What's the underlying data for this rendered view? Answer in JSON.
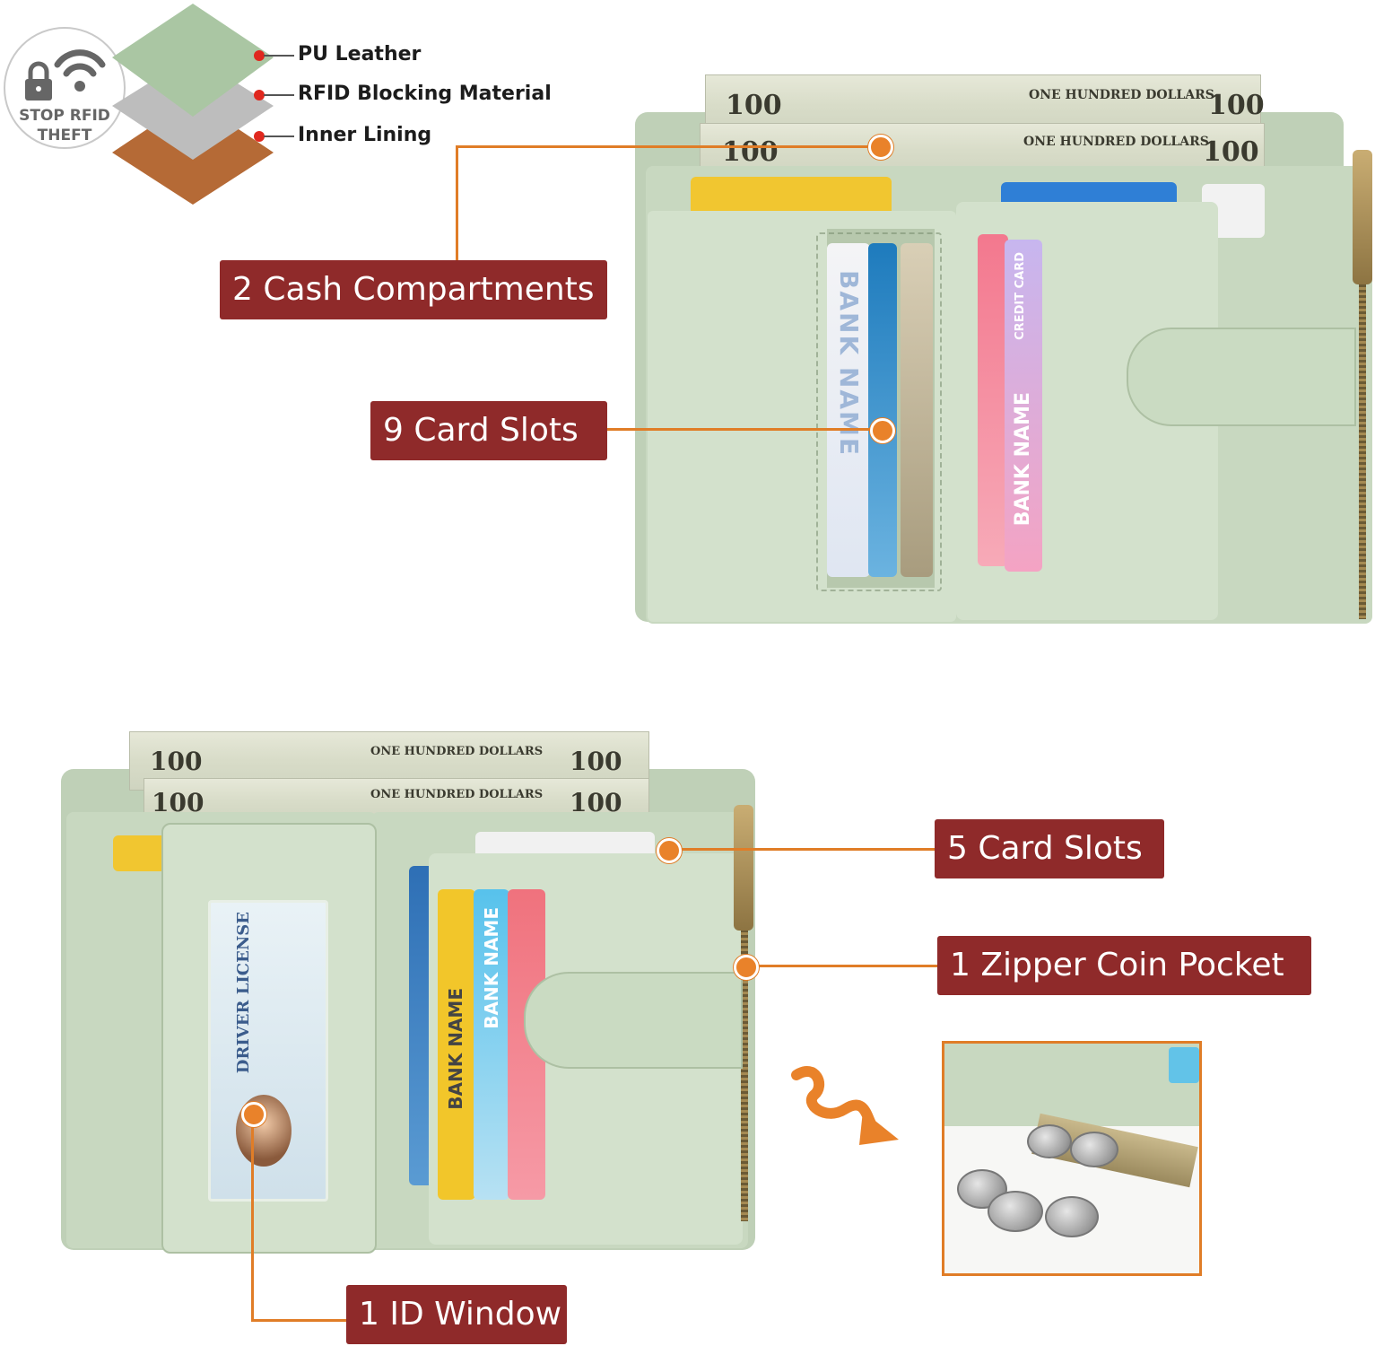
{
  "badge": {
    "text_line1": "STOP RFID",
    "text_line2": "THEFT",
    "icon": "lock-wifi-icon"
  },
  "layers": [
    {
      "label": "PU Leather",
      "color": "#a9c4a2"
    },
    {
      "label": "RFID Blocking Material",
      "color": "#b8b8b8"
    },
    {
      "label": "Inner Lining",
      "color": "#b56a36"
    }
  ],
  "callouts": {
    "cash_compartments": "2 Cash Compartments",
    "card_slots_9": "9 Card Slots",
    "card_slots_5": "5 Card Slots",
    "zipper_pocket": "1 Zipper Coin Pocket",
    "id_window": "1 ID Window"
  },
  "bill": {
    "denomination": "100",
    "caption": "ONE HUNDRED DOLLARS"
  },
  "cards": {
    "bank_name": "BANK NAME",
    "credit_card": "CREDIT CARD",
    "license_title": "DRIVER LICENSE"
  },
  "colors": {
    "label_bg": "#8f2a2a",
    "connector": "#e07d27",
    "wallet_green": "#c8d8c0"
  },
  "icons": {
    "arrow": "squiggle-arrow-icon"
  }
}
